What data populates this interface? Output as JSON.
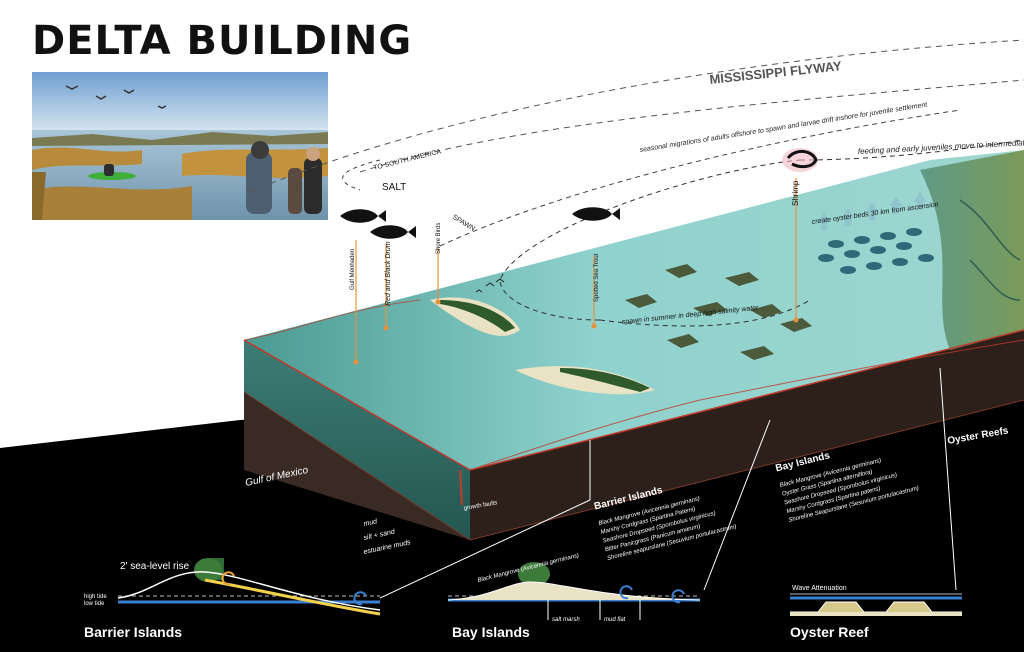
{
  "title": "DELTA BUILDING",
  "flyway": "MISSISSIPPI FLYWAY",
  "arc_labels": {
    "south_america": "TO SOUTH AMERICA",
    "salt": "SALT",
    "spawn": "SPAWN",
    "migrations": "seasonal migrations of adults offshore to spawn and larvae drift inshore for juvenile settlement",
    "feeding": "feeding and early juveniles move to intermediate s",
    "spawn_summer": "spawn in summer in deep high salinity water"
  },
  "species": {
    "shrimp": "Shrimp",
    "menhaden": "Gulf Menhaden",
    "drum": "Red and Black Drum",
    "shorebirds": "Shore Birds",
    "seatrout": "Spotted Sea Trout"
  },
  "oyster_note": "create oyster beds 30 km from ascension",
  "places": {
    "gulf": "Gulf of Mexico",
    "oyster_reefs_label": "Oyster Reefs",
    "growth_faults": "growth faults"
  },
  "strata": [
    "mud",
    "silt + sand",
    "estuarine muds"
  ],
  "barrier_islands": {
    "heading": "Barrier Islands",
    "species": [
      "Black Mangrove (Avicennia germinans)",
      "Marshy Cordgrass (Spartina Patens)",
      "Seashore Dropseed (Sporobolus virginicus)",
      "Bitter Panicgrass (Panicum amarum)",
      "Shoreline seapurslane (Sesuvium portulacastrum)"
    ]
  },
  "bay_islands": {
    "heading": "Bay Islands",
    "species": [
      "Black Mangrove (Avicennia germinans)",
      "Oyster Grass (Spartina alterniflora)",
      "Seashore Dropseed (Sporobolus virginicus)",
      "Marshy Cordgrass (Spartina patens)",
      "Shoreline Seapurslane (Sesuvium portulacastrum)"
    ]
  },
  "sections": {
    "barrier": {
      "title": "Barrier Islands",
      "sea_level": "2' sea-level rise",
      "high_tide": "high tide",
      "low_tide": "low tide"
    },
    "bay": {
      "title": "Bay Islands",
      "mangrove": "Black Mangrove (Avicennia germinans)",
      "salt_marsh": "salt marsh",
      "mud_flat": "mud flat"
    },
    "oyster": {
      "title": "Oyster Reef",
      "wave": "Wave Attenuation"
    }
  },
  "colors": {
    "water_top": "#7fc9c4",
    "water_side": "#2e6d67",
    "sediment": "#3a2a24",
    "fault_line": "#c0392b",
    "label_orange": "#e8913a",
    "arrow_teal": "#7fb9c2",
    "background_dark": "#000000"
  }
}
